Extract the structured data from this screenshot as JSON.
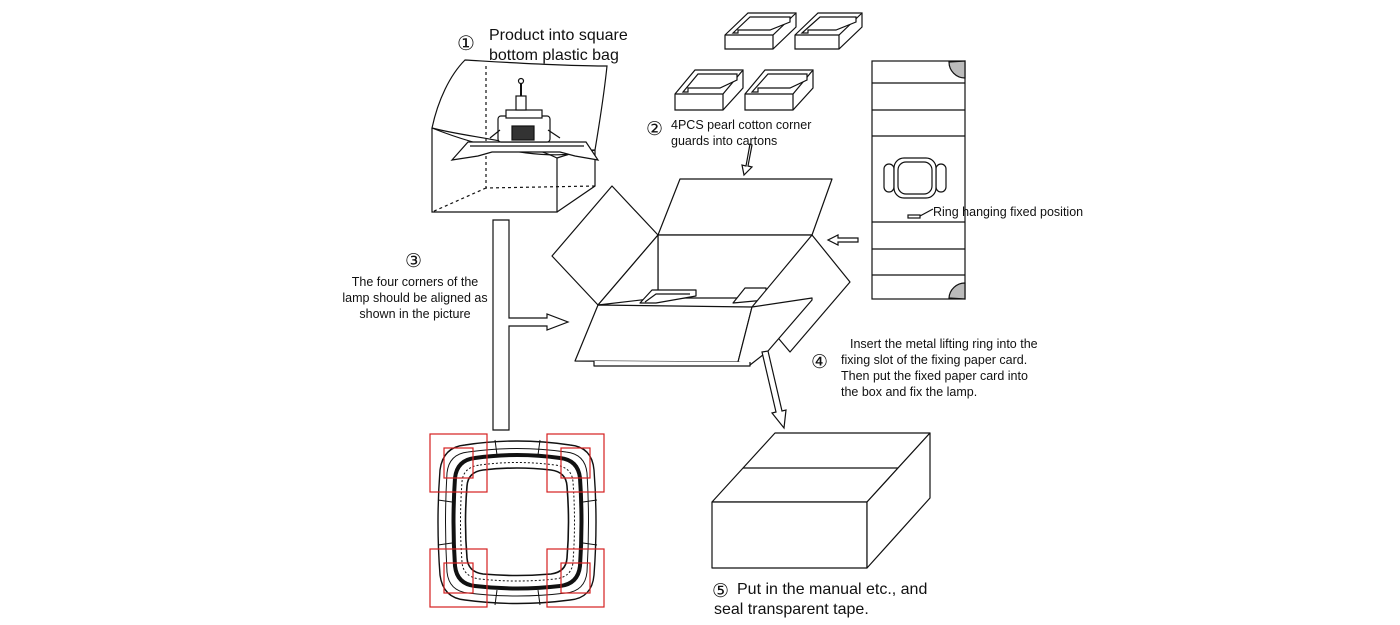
{
  "colors": {
    "line": "#111111",
    "corner_marks": "#d62020"
  },
  "steps": [
    {
      "number": "①",
      "lines": [
        "Product into square",
        "bottom plastic bag"
      ]
    },
    {
      "number": "②",
      "lines": [
        "4PCS pearl cotton corner",
        "guards into cartons"
      ]
    },
    {
      "number": "③",
      "lines": [
        "The four corners of the",
        "lamp should be aligned as",
        "shown in the picture"
      ]
    },
    {
      "number": "④",
      "lines": [
        "Insert the metal lifting ring into the",
        "fixing slot of the fixing paper card.",
        "Then put the fixed paper card into",
        "the box and fix the lamp."
      ]
    },
    {
      "number": "⑤",
      "lines": [
        "Put in the manual etc., and",
        "seal transparent tape."
      ]
    }
  ],
  "callouts": {
    "ring": "Ring hanging fixed position"
  }
}
